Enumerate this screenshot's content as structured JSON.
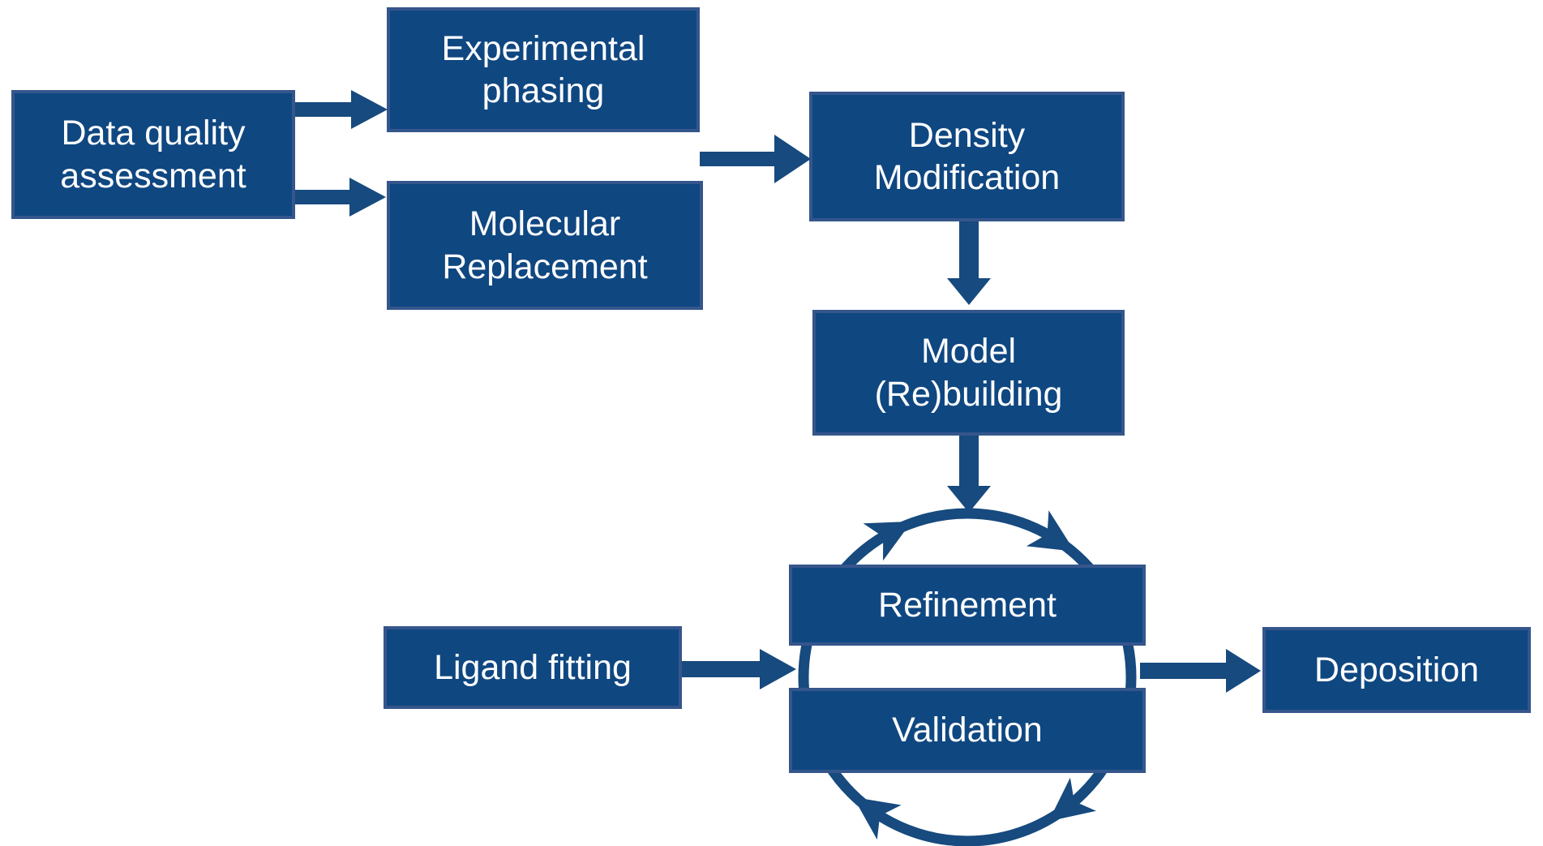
{
  "diagram": {
    "boxes": {
      "data_quality": {
        "label": "Data quality\nassessment"
      },
      "experimental_phasing": {
        "label": "Experimental\nphasing"
      },
      "molecular_replacement": {
        "label": "Molecular\nReplacement"
      },
      "density_modification": {
        "label": "Density\nModification"
      },
      "model_rebuilding": {
        "label": "Model\n(Re)building"
      },
      "refinement": {
        "label": "Refinement"
      },
      "validation": {
        "label": "Validation"
      },
      "ligand_fitting": {
        "label": "Ligand fitting"
      },
      "deposition": {
        "label": "Deposition"
      }
    },
    "connections": [
      {
        "from": "Data quality assessment",
        "to": "Experimental phasing"
      },
      {
        "from": "Data quality assessment",
        "to": "Molecular Replacement"
      },
      {
        "from": "Experimental phasing / Molecular Replacement",
        "to": "Density Modification"
      },
      {
        "from": "Density Modification",
        "to": "Model (Re)building"
      },
      {
        "from": "Model (Re)building",
        "to": "Refinement-Validation cycle"
      },
      {
        "from": "Ligand fitting",
        "to": "Refinement-Validation cycle"
      },
      {
        "from": "Refinement-Validation cycle",
        "to": "Deposition"
      }
    ],
    "cycle": {
      "between": [
        "Refinement",
        "Validation"
      ],
      "direction": "clockwise"
    },
    "colors": {
      "box_fill": "#0F4781",
      "box_border": "#35568C",
      "arrow": "#174A7E",
      "text": "#FFFFFF",
      "background": "#FFFFFF"
    }
  }
}
